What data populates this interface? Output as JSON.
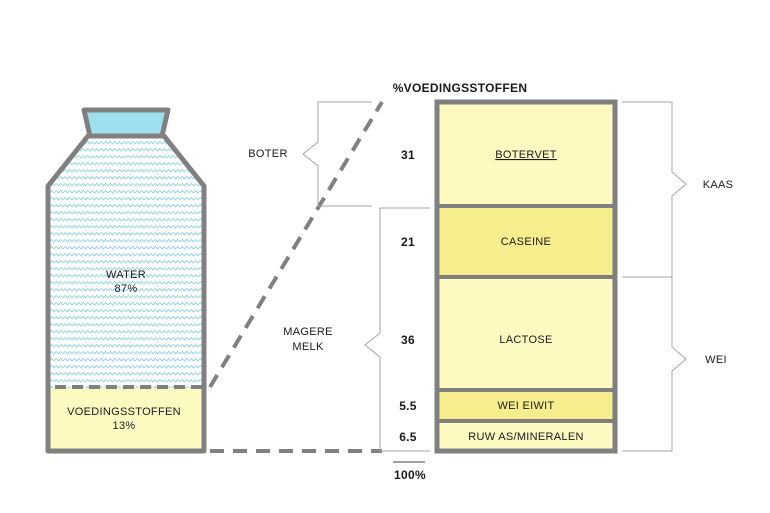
{
  "bottle": {
    "water": {
      "label": "WATER",
      "percent": "87%",
      "value": 87
    },
    "nutrients": {
      "label": "VOEDINGSSTOFFEN",
      "percent": "13%",
      "value": 13
    }
  },
  "column": {
    "header": "%VOEDINGSSTOFFEN",
    "total_label": "100%",
    "segments": [
      {
        "label": "BOTERVET",
        "value": 31,
        "value_label": "31",
        "color": "#fcf9c1"
      },
      {
        "label": "CASEINE",
        "value": 21,
        "value_label": "21",
        "color": "#f6ee8c"
      },
      {
        "label": "LACTOSE",
        "value": 36,
        "value_label": "36",
        "color": "#fcf9c1"
      },
      {
        "label": "WEI EIWIT",
        "value": 5.5,
        "value_label": "5.5",
        "color": "#f6ee8c"
      },
      {
        "label": "RUW AS/MINERALEN",
        "value": 6.5,
        "value_label": "6.5",
        "color": "#fcf9c1"
      }
    ]
  },
  "left_groups": {
    "boter": "BOTER",
    "magere_line1": "MAGERE",
    "magere_line2": "MELK"
  },
  "right_groups": {
    "kaas": "KAAS",
    "wei": "WEI"
  },
  "colors": {
    "outline": "#808080",
    "water": "#bfe9f3",
    "wave": "#7fcfe0",
    "cap": "#9fe0ef",
    "nutrients": "#fcf9c1",
    "bracket": "#a6a6a6"
  }
}
